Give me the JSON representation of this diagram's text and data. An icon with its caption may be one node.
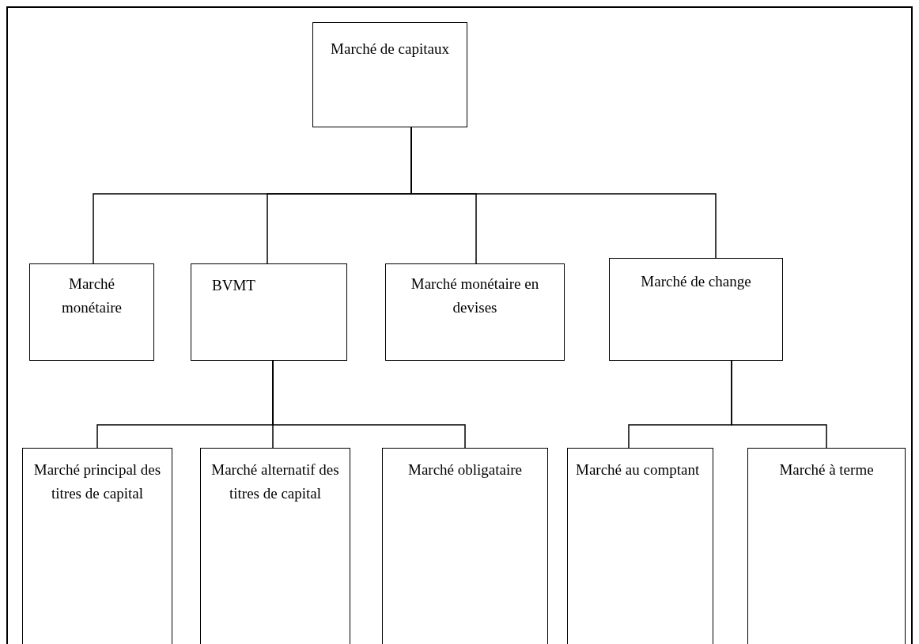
{
  "diagram": {
    "nodes": [
      {
        "text": [
          "Marché de capitaux"
        ]
      },
      {
        "text": [
          "Marché monétaire"
        ]
      },
      {
        "text": [
          "BVMT"
        ]
      },
      {
        "text": [
          "Marché monétaire en devises"
        ]
      },
      {
        "text": [
          "Marché de change"
        ]
      },
      {
        "text": [
          "Marché principal des titres de capital"
        ]
      },
      {
        "text": [
          "Marché alternatif des titres de capital"
        ]
      },
      {
        "text": [
          "Marché obligataire"
        ]
      },
      {
        "text": [
          "Marché au comptant"
        ]
      },
      {
        "text": [
          "Marché à terme"
        ]
      }
    ],
    "edges": [
      {
        "from": 0,
        "to": 1,
        "arrow": "none"
      },
      {
        "from": 0,
        "to": 2,
        "arrow": "none"
      },
      {
        "from": 0,
        "to": 3,
        "arrow": "none"
      },
      {
        "from": 0,
        "to": 4,
        "arrow": "none"
      },
      {
        "from": 2,
        "to": 5,
        "arrow": "none"
      },
      {
        "from": 2,
        "to": 6,
        "arrow": "none"
      },
      {
        "from": 2,
        "to": 7,
        "arrow": "none"
      },
      {
        "from": 4,
        "to": 8,
        "arrow": "none"
      },
      {
        "from": 4,
        "to": 9,
        "arrow": "none"
      }
    ]
  }
}
